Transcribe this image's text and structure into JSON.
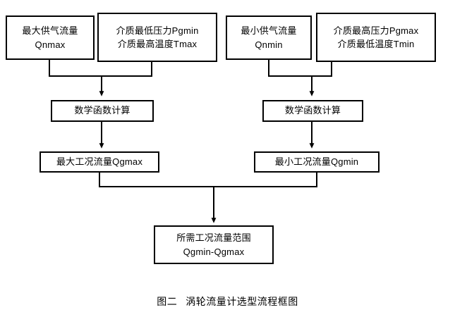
{
  "figure": {
    "caption_number": "图二",
    "caption_text": "涡轮流量计选型流程框图",
    "line_color": "#000000",
    "box_fill": "#ffffff",
    "background": "#ffffff"
  },
  "nodes": {
    "max_supply_flow": {
      "line1": "最大供气流量",
      "line2": "Qnmax"
    },
    "min_pressure_max_temp": {
      "line1": "介质最低压力Pgmin",
      "line2": "介质最高温度Tmax"
    },
    "min_supply_flow": {
      "line1": "最小供气流量",
      "line2": "Qnmin"
    },
    "max_pressure_min_temp": {
      "line1": "介质最高压力Pgmax",
      "line2": "介质最低温度Tmin"
    },
    "math_calc_left": {
      "line1": "数学函数计算"
    },
    "math_calc_right": {
      "line1": "数学函数计算"
    },
    "max_working_flow": {
      "line1": "最大工况流量Qgmax"
    },
    "min_working_flow": {
      "line1": "最小工况流量Qgmin"
    },
    "required_flow_range": {
      "line1": "所需工况流量范围",
      "line2": "Qgmin-Qgmax"
    }
  }
}
